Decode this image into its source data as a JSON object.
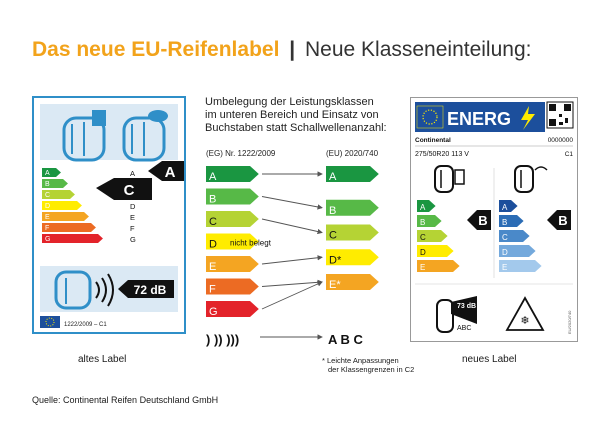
{
  "headline": {
    "highlight": "Das neue EU-Reifenlabel",
    "separator": "|",
    "rest": "Neue Klasseneinteilung:"
  },
  "description": {
    "line1": "Umbelegung der Leistungsklassen",
    "line2": "im unteren Bereich und Einsatz von",
    "line3": "Buchstaben statt Schallwellenanzahl:"
  },
  "old_label": {
    "classes": [
      "A",
      "B",
      "C",
      "D",
      "E",
      "F",
      "G"
    ],
    "fuel_rating": "C",
    "wet_classes": [
      "A",
      "B",
      "C",
      "D",
      "E",
      "F",
      "G"
    ],
    "wet_rating": "A",
    "noise_value": "72 dB",
    "regulation": "1222/2009 – C1",
    "caption": "altes Label"
  },
  "comparison": {
    "left_header": "(EG) Nr. 1222/2009",
    "right_header": "(EU) 2020/740",
    "old_classes": [
      "A",
      "B",
      "C",
      "D",
      "E",
      "F",
      "G"
    ],
    "not_used": "nicht belegt",
    "new_classes": [
      "A",
      "B",
      "C",
      "D*",
      "E*"
    ],
    "old_noise": [
      ")",
      "))",
      ")))"
    ],
    "new_noise": [
      "A",
      "B",
      "C"
    ],
    "footnote_line1": "* Leichte Anpassungen",
    "footnote_line2": "der Klassengrenzen in C2"
  },
  "new_label": {
    "brand": "ENERG",
    "manufacturer": "Continental",
    "code": "0000000",
    "tyre_size": "275/50R20 113 V",
    "tyre_class": "C1",
    "classes": [
      "A",
      "B",
      "C",
      "D",
      "E"
    ],
    "fuel_rating": "B",
    "wet_rating": "B",
    "noise_value": "73 dB",
    "noise_classes": "ABC",
    "side_code": "EU/2020/740",
    "caption": "neues Label"
  },
  "colors": {
    "A": "#1a9641",
    "B": "#57b947",
    "C": "#b5d334",
    "D": "#ffec00",
    "E": "#f4a522",
    "F": "#ec6b23",
    "G": "#e3232a",
    "wA": "#1c4f9c",
    "wB": "#2b6cb5",
    "wC": "#4a89c9",
    "wD": "#74a9dc",
    "wE": "#a3c9ec",
    "accent": "#f2a31b",
    "frame": "#2f8fc8"
  },
  "source": "Quelle: Continental Reifen Deutschland GmbH"
}
